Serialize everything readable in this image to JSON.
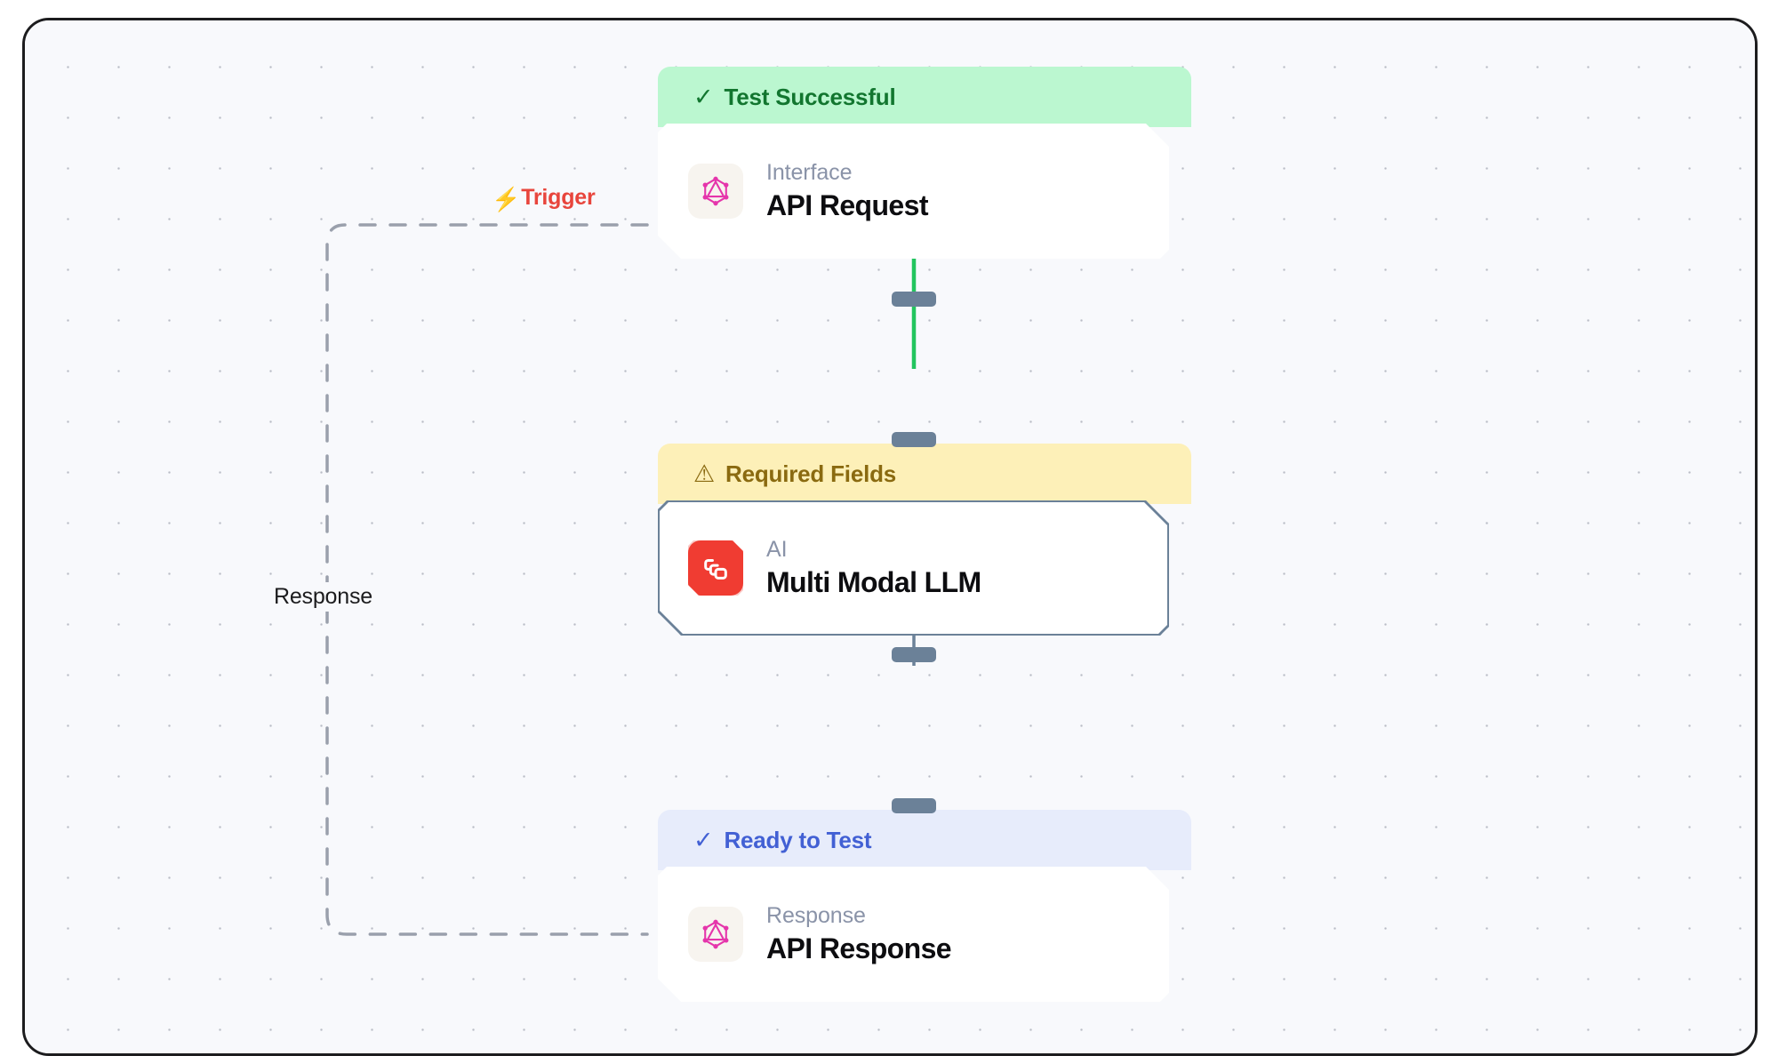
{
  "canvas": {
    "background_color": "#f8f9fc",
    "dot_color": "#b9bcc6",
    "frame_border_color": "#1c1c1e"
  },
  "edges": [
    {
      "id": "trigger",
      "label": "Trigger",
      "icon": "lightning-bolt-icon",
      "icon_glyph": "⚡",
      "style": "dashed",
      "color": "#9aa0ac",
      "label_color": "#e8453c"
    },
    {
      "id": "response",
      "label": "Response",
      "style": "dashed",
      "color": "#9aa0ac",
      "label_color": "#1c1c1e"
    },
    {
      "id": "request-to-llm",
      "label": "",
      "style": "solid",
      "color": "#22c55e"
    },
    {
      "id": "llm-to-response",
      "label": "",
      "style": "solid",
      "color": "#6b8198"
    }
  ],
  "nodes": [
    {
      "id": "api-request",
      "status": {
        "text": "Test Successful",
        "glyph": "✓",
        "variant": "success",
        "bg": "#bbf7d0",
        "fg": "#12762f"
      },
      "icon": "graphql-icon",
      "icon_color": "#e535ab",
      "kind": "Interface",
      "title": "API Request",
      "selected": false
    },
    {
      "id": "multi-modal-llm",
      "status": {
        "text": "Required Fields",
        "glyph": "⚠",
        "variant": "warning",
        "bg": "#fdf0b8",
        "fg": "#8a6a10"
      },
      "icon": "ai-links-icon",
      "icon_color": "#f03c32",
      "kind": "AI",
      "title": "Multi Modal LLM",
      "selected": true
    },
    {
      "id": "api-response",
      "status": {
        "text": "Ready to Test",
        "glyph": "✓",
        "variant": "ready",
        "bg": "#e7ecfb",
        "fg": "#4260d4"
      },
      "icon": "graphql-icon",
      "icon_color": "#e535ab",
      "kind": "Response",
      "title": "API Response",
      "selected": false
    }
  ]
}
